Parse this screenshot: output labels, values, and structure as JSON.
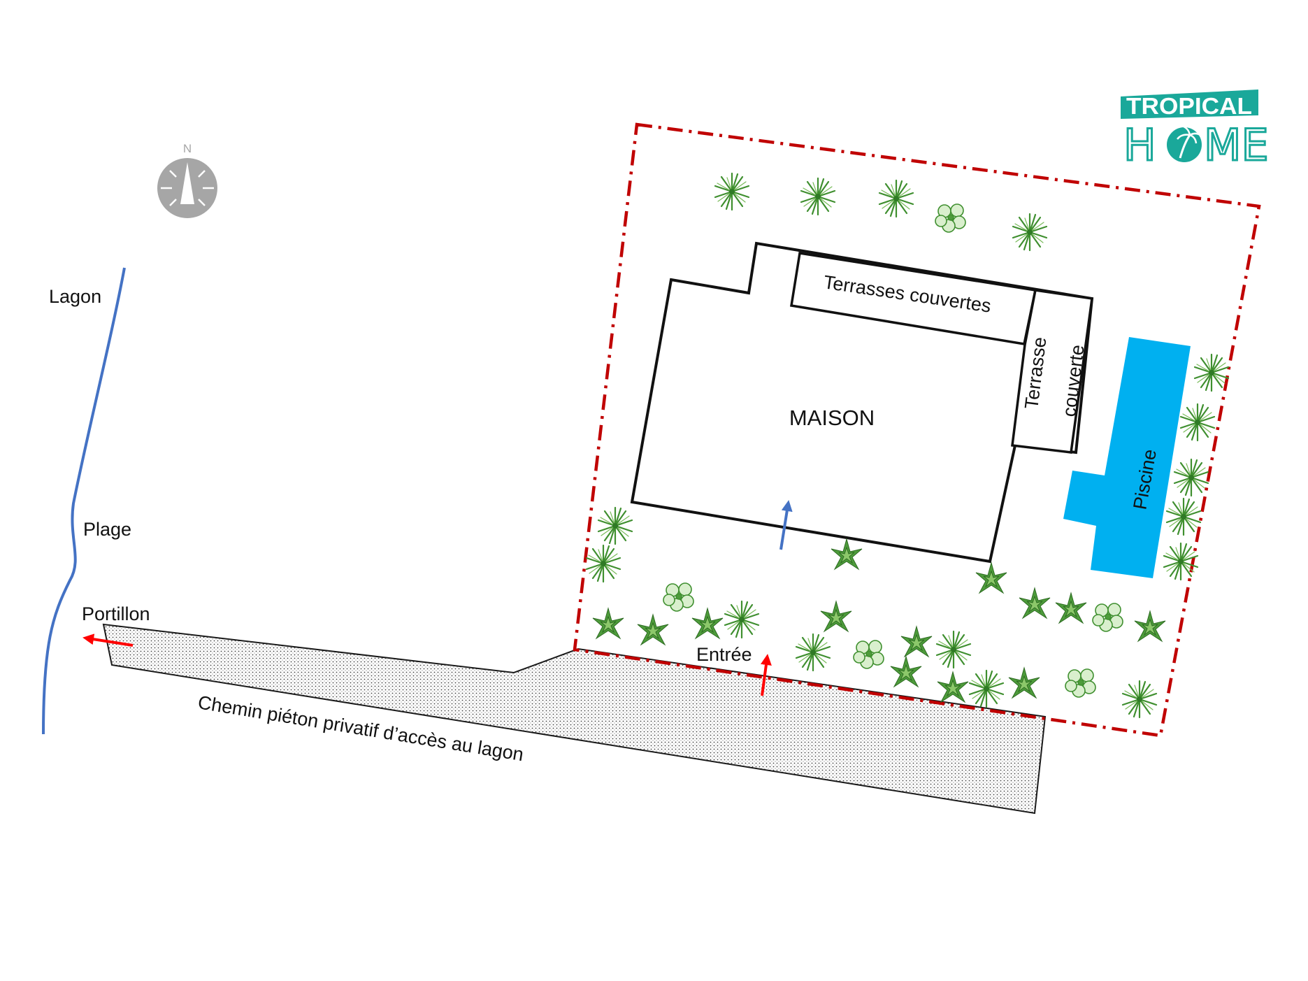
{
  "plan": {
    "labels": {
      "lagon": "Lagon",
      "plage": "Plage",
      "portillon": "Portillon",
      "chemin": "Chemin piéton privatif d’accès au lagon",
      "terrasses": "Terrasses couvertes",
      "terrasse_line1": "Terrasse",
      "terrasse_line2": "couverte",
      "maison": "MAISON",
      "piscine": "Piscine",
      "entree": "Entrée"
    },
    "compass": {
      "north_label": "N"
    },
    "logo": {
      "line1": "TROPICAL",
      "line2_left": "H",
      "line2_right": "ME"
    },
    "colors": {
      "boundary": "#c00000",
      "water": "#4472c4",
      "pool": "#00b0f0",
      "arrow_red": "#ff0000",
      "arrow_blue": "#4472c4",
      "vegetation": "#3f8f2f",
      "logo_teal": "#1aa89a",
      "compass_grey": "#a6a6a6"
    },
    "icons": [
      "compass-icon",
      "palm-icon",
      "plant-icon"
    ]
  }
}
